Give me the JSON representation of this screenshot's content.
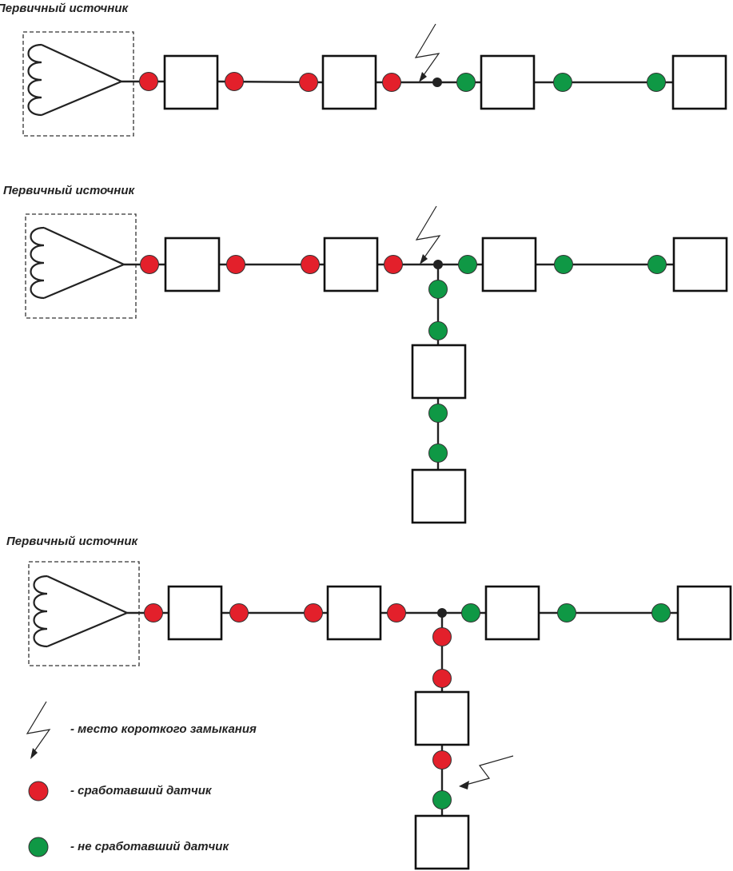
{
  "colors": {
    "tripped": "#e3202b",
    "not_tripped": "#0f9845"
  },
  "diagrams": [
    {
      "caption": "Первичный источник"
    },
    {
      "caption": "Первичный источник"
    },
    {
      "caption": "Первичный источник"
    }
  ],
  "legend": {
    "fault_label": "- место короткого замыкания",
    "tripped_label": "- сработавший датчик",
    "not_tripped_label": "- не сработавший датчик"
  }
}
